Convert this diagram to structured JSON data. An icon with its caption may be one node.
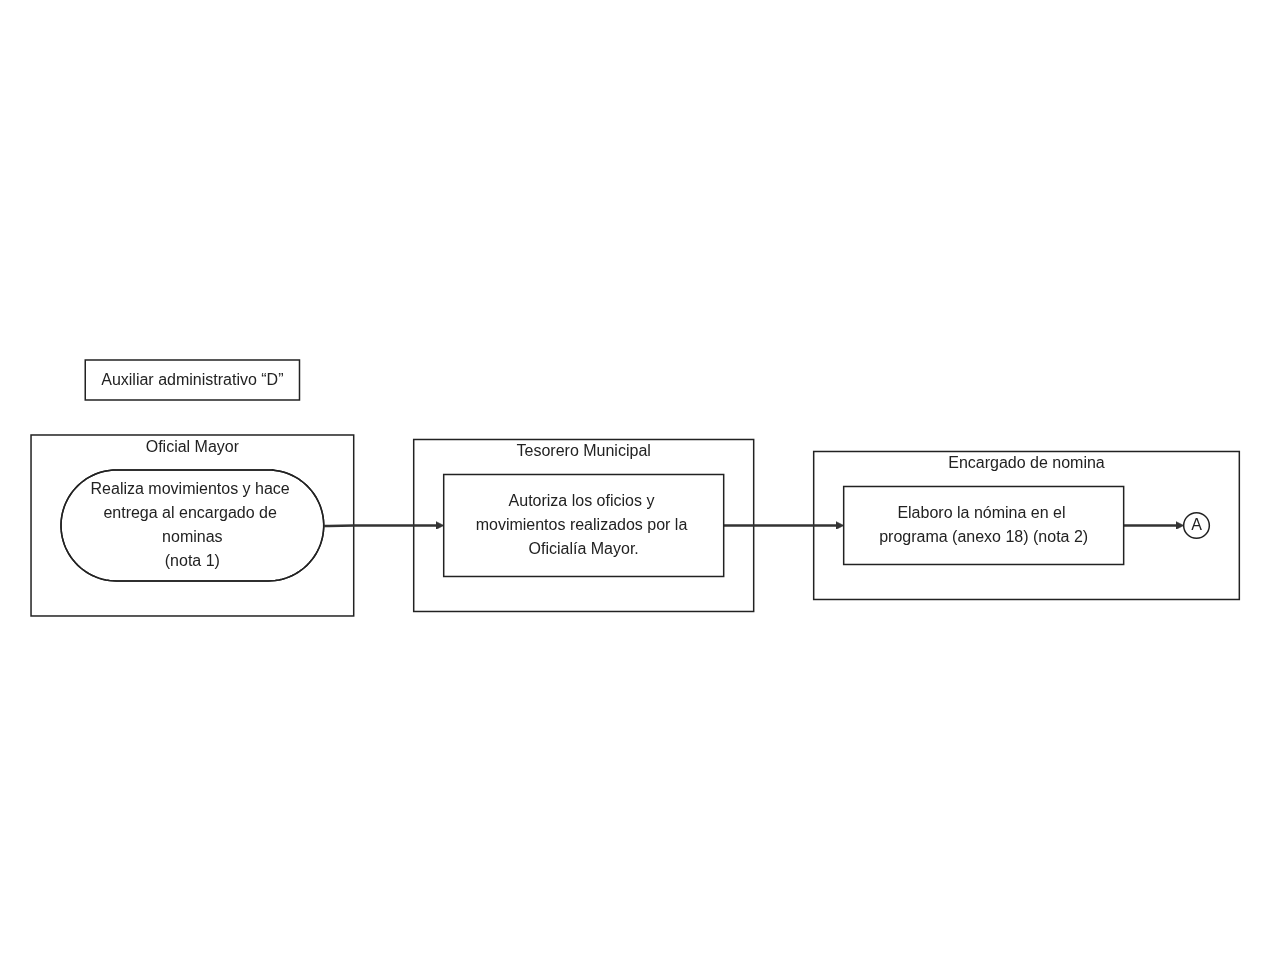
{
  "diagram": {
    "nodes": [
      {
        "text": [
          "Oficial Mayor"
        ]
      },
      {
        "text": [
          "Realiza movimientos y hace entrega al encargado de nominas",
          "(nota 1)"
        ],
        "in": 0
      },
      {
        "text": [
          "Encargado de nomina"
        ]
      },
      {
        "text": [
          "Elaboro la nómina en el programa (anexo 18) (nota 2)"
        ],
        "in": 2
      },
      {
        "text": [
          "A"
        ],
        "in": 2
      },
      {
        "text": [
          "Tesorero Municipal"
        ]
      },
      {
        "text": [
          "Autoriza los oficios y movimientos realizados por la Oficialía Mayor."
        ],
        "in": 5
      },
      {
        "text": [
          "Auxiliar administrativo “D”"
        ]
      }
    ],
    "edges": [
      {
        "from": 1,
        "to": 6,
        "arrow": "to"
      },
      {
        "from": 6,
        "to": 3,
        "arrow": "to"
      },
      {
        "from": 3,
        "to": 4,
        "arrow": "to"
      }
    ]
  }
}
